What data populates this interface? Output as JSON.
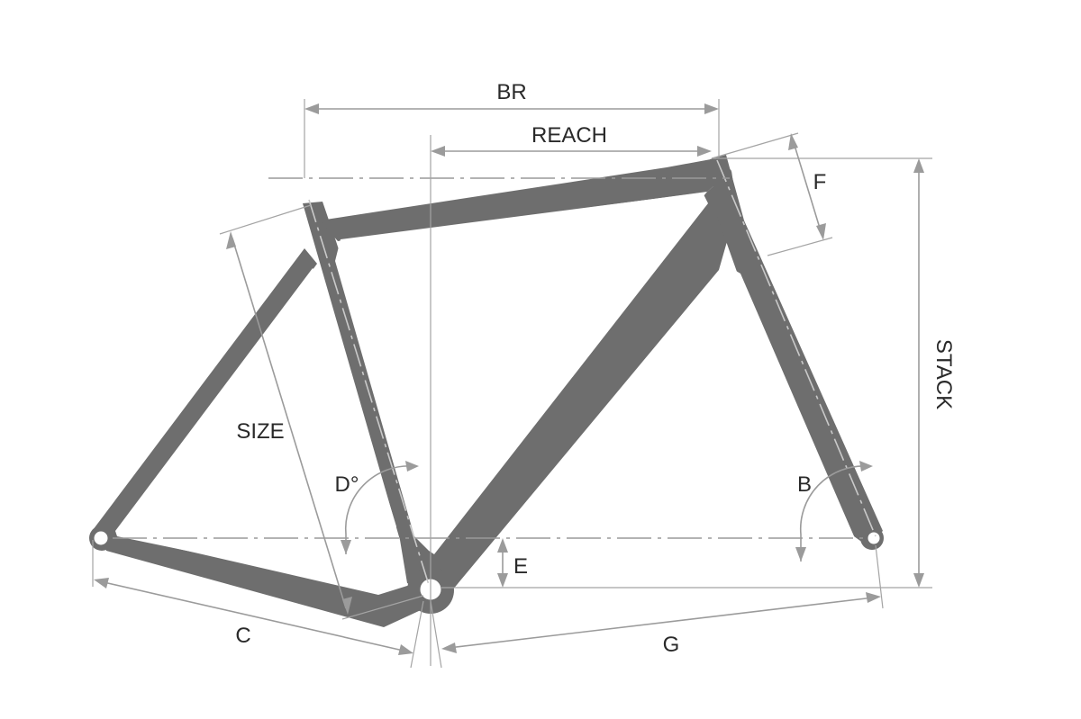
{
  "labels": {
    "br": "BR",
    "reach": "REACH",
    "f": "F",
    "stack": "STACK",
    "size": "SIZE",
    "d": "D°",
    "e": "E",
    "b": "B",
    "c": "C",
    "g": "G"
  },
  "colors": {
    "frame": "#6e6e6e",
    "dimension_lines": "#9b9b9b",
    "background": "#ffffff"
  }
}
